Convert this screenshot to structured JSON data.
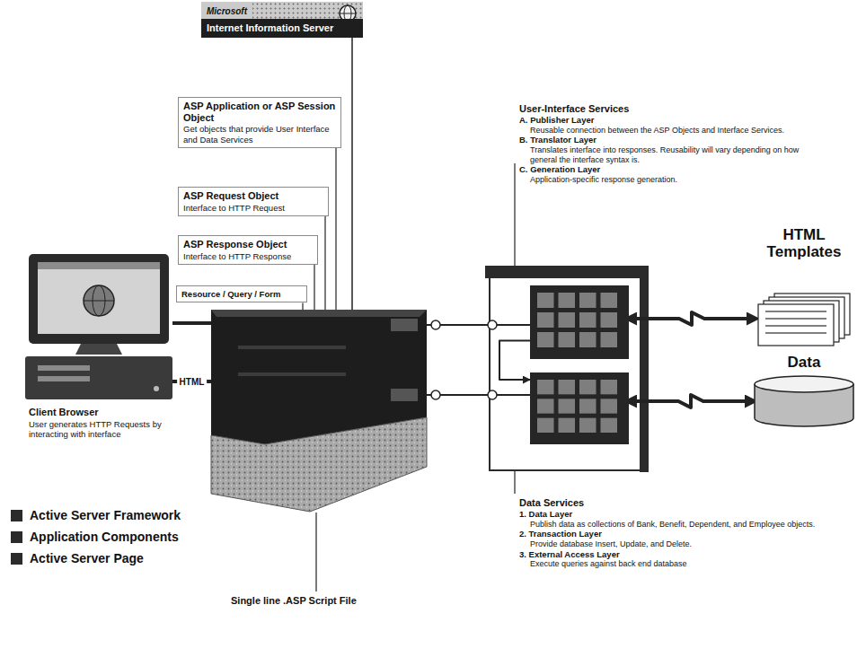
{
  "diagram": {
    "nodes": [
      {
        "text": [
          "Microsoft",
          "Internet Information Server"
        ]
      },
      {
        "text": [
          "ASP Application or ASP Session Object",
          "Get objects that provide User Interface and Data Services"
        ]
      },
      {
        "text": [
          "ASP Request Object",
          "Interface to HTTP Request"
        ]
      },
      {
        "text": [
          "ASP Response Object",
          "Interface to HTTP Response"
        ]
      },
      {
        "text": [
          "Resource / Query / Form"
        ]
      },
      {
        "text": [
          "Client Browser",
          "User generates HTTP Requests by interacting with interface"
        ]
      },
      {
        "text": [
          "Single line .ASP Script File"
        ]
      },
      {
        "text": [
          "User-Interface Services",
          "A. Publisher Layer",
          "Reusable connection between the ASP Objects and Interface Services.",
          "B. Translator Layer",
          "Translates interface into responses. Reusability will vary depending on how general the interface syntax is.",
          "C. Generation Layer",
          "Application-specific response generation."
        ]
      },
      {
        "text": [
          "Data Services",
          "1. Data Layer",
          "Publish data as collections of Bank, Benefit, Dependent, and Employee objects.",
          "2. Transaction Layer",
          "Provide database Insert, Update, and Delete.",
          "3. External Access Layer",
          "Execute queries against back end database"
        ]
      },
      {
        "text": [
          "HTML Templates"
        ]
      },
      {
        "text": [
          "Data"
        ]
      }
    ],
    "edges": [
      {
        "from": 0,
        "to": 6,
        "arrow": "none"
      },
      {
        "from": 1,
        "to": 6,
        "arrow": "none"
      },
      {
        "from": 2,
        "to": 6,
        "arrow": "none"
      },
      {
        "from": 3,
        "to": 6,
        "arrow": "none"
      },
      {
        "from": 4,
        "to": 6,
        "arrow": "none"
      },
      {
        "from": 5,
        "to": 6,
        "arrow": "none"
      },
      {
        "from": 6,
        "to": 5,
        "label": "HTML",
        "arrow": "none"
      },
      {
        "from": 6,
        "to": 7,
        "arrow": "none"
      },
      {
        "from": 6,
        "to": 8,
        "arrow": "none"
      },
      {
        "from": 7,
        "to": 8,
        "arrow": "to"
      },
      {
        "from": 9,
        "to": 7,
        "arrow": "both"
      },
      {
        "from": 10,
        "to": 8,
        "arrow": "both"
      }
    ],
    "legend": [
      {
        "text": "Active Server Framework",
        "color": "#2b2b2b"
      },
      {
        "text": "Application Components",
        "color": "#2b2b2b"
      },
      {
        "text": "Active Server Page",
        "color": "#2b2b2b"
      }
    ]
  }
}
